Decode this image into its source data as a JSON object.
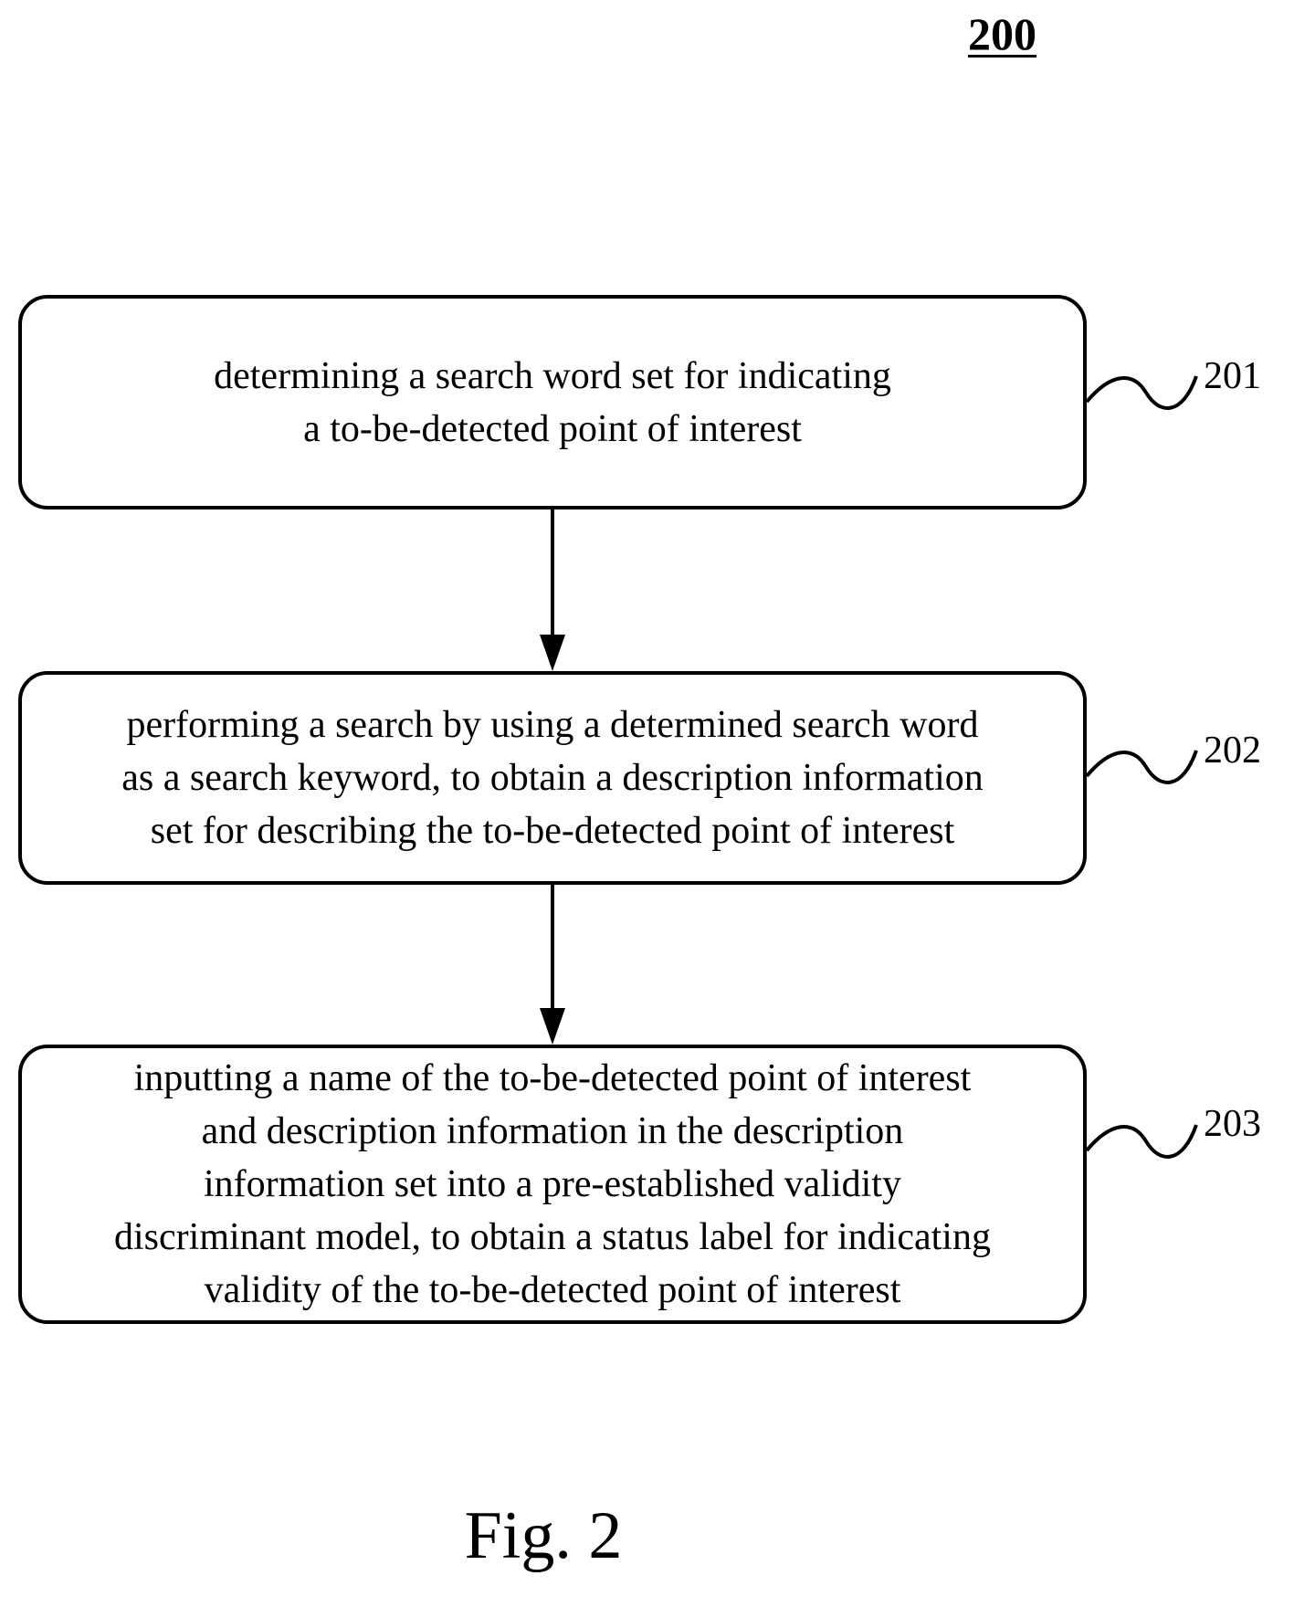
{
  "figure": {
    "number": "200",
    "caption": "Fig. 2"
  },
  "steps": [
    {
      "ref": "201",
      "text": "determining a search word set for indicating\na to-be-detected point of interest"
    },
    {
      "ref": "202",
      "text": "performing a search by using a determined search word\nas a search keyword, to obtain a description information\nset for describing the to-be-detected point of interest"
    },
    {
      "ref": "203",
      "text": "inputting a name of the to-be-detected point of interest\nand  description information in the description\ninformation set into a pre-established validity\ndiscriminant model, to obtain a status label for indicating\nvalidity of the to-be-detected point of interest"
    }
  ]
}
